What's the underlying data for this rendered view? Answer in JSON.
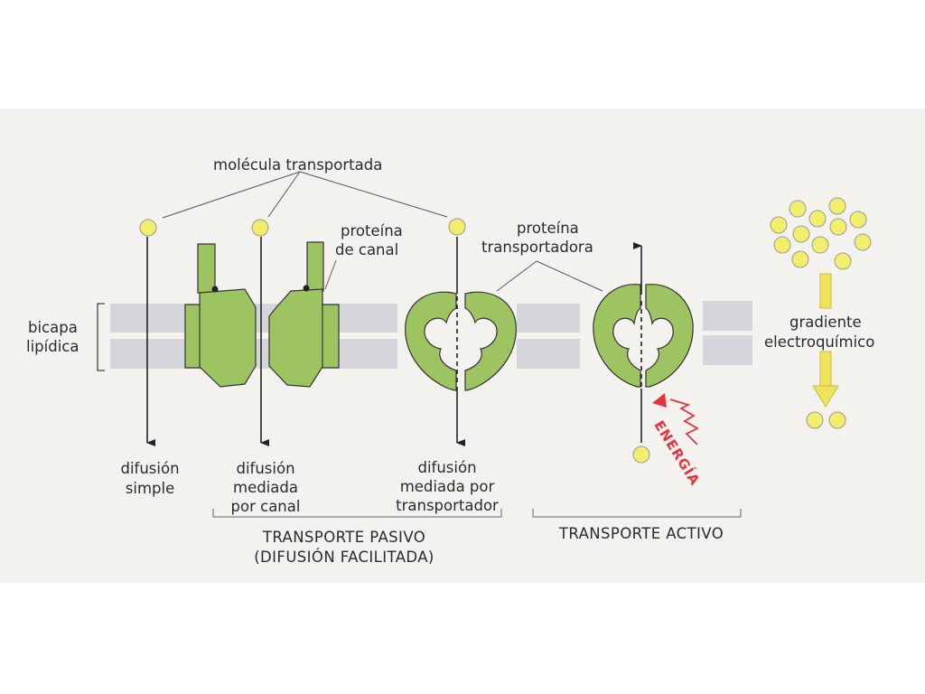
{
  "labels": {
    "molecule": "molécula transportada",
    "channel_protein_1": "proteína",
    "channel_protein_2": "de canal",
    "carrier_protein_1": "proteína",
    "carrier_protein_2": "transportadora",
    "bilayer_1": "bicapa",
    "bilayer_2": "lipídica",
    "gradient_1": "gradiente",
    "gradient_2": "electroquímico",
    "energy": "ENERGÍA",
    "simple_1": "difusión",
    "simple_2": "simple",
    "channel_1": "difusión",
    "channel_2": "mediada",
    "channel_3": "por canal",
    "carrier_1": "difusión",
    "carrier_2": "mediada por",
    "carrier_3": "transportador",
    "passive_1": "TRANSPORTE PASIVO",
    "passive_2": "(DIFUSIÓN FACILITADA)",
    "active": "TRANSPORTE ACTIVO"
  },
  "colors": {
    "protein": "#9ec462",
    "molecule": "#f1ee6b",
    "membrane": "#d4d6db",
    "energy": "#e8323c",
    "arrow": "#222222"
  }
}
